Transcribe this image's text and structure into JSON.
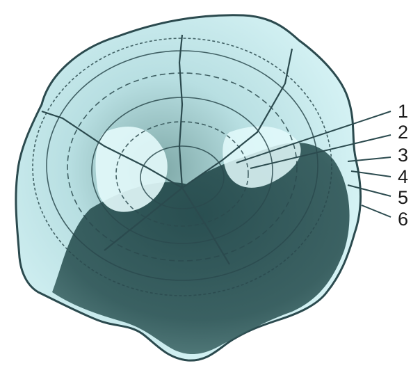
{
  "figure": {
    "labels": [
      "1",
      "2",
      "3",
      "4",
      "5",
      "6"
    ],
    "colors": {
      "background": "#ffffff",
      "scale_fill": "#cdeff2",
      "highlight": "#e3fafb",
      "ink": "#2b4a4e",
      "dark_field": "#2e5556",
      "label_ink": "#1a1a1a"
    }
  }
}
